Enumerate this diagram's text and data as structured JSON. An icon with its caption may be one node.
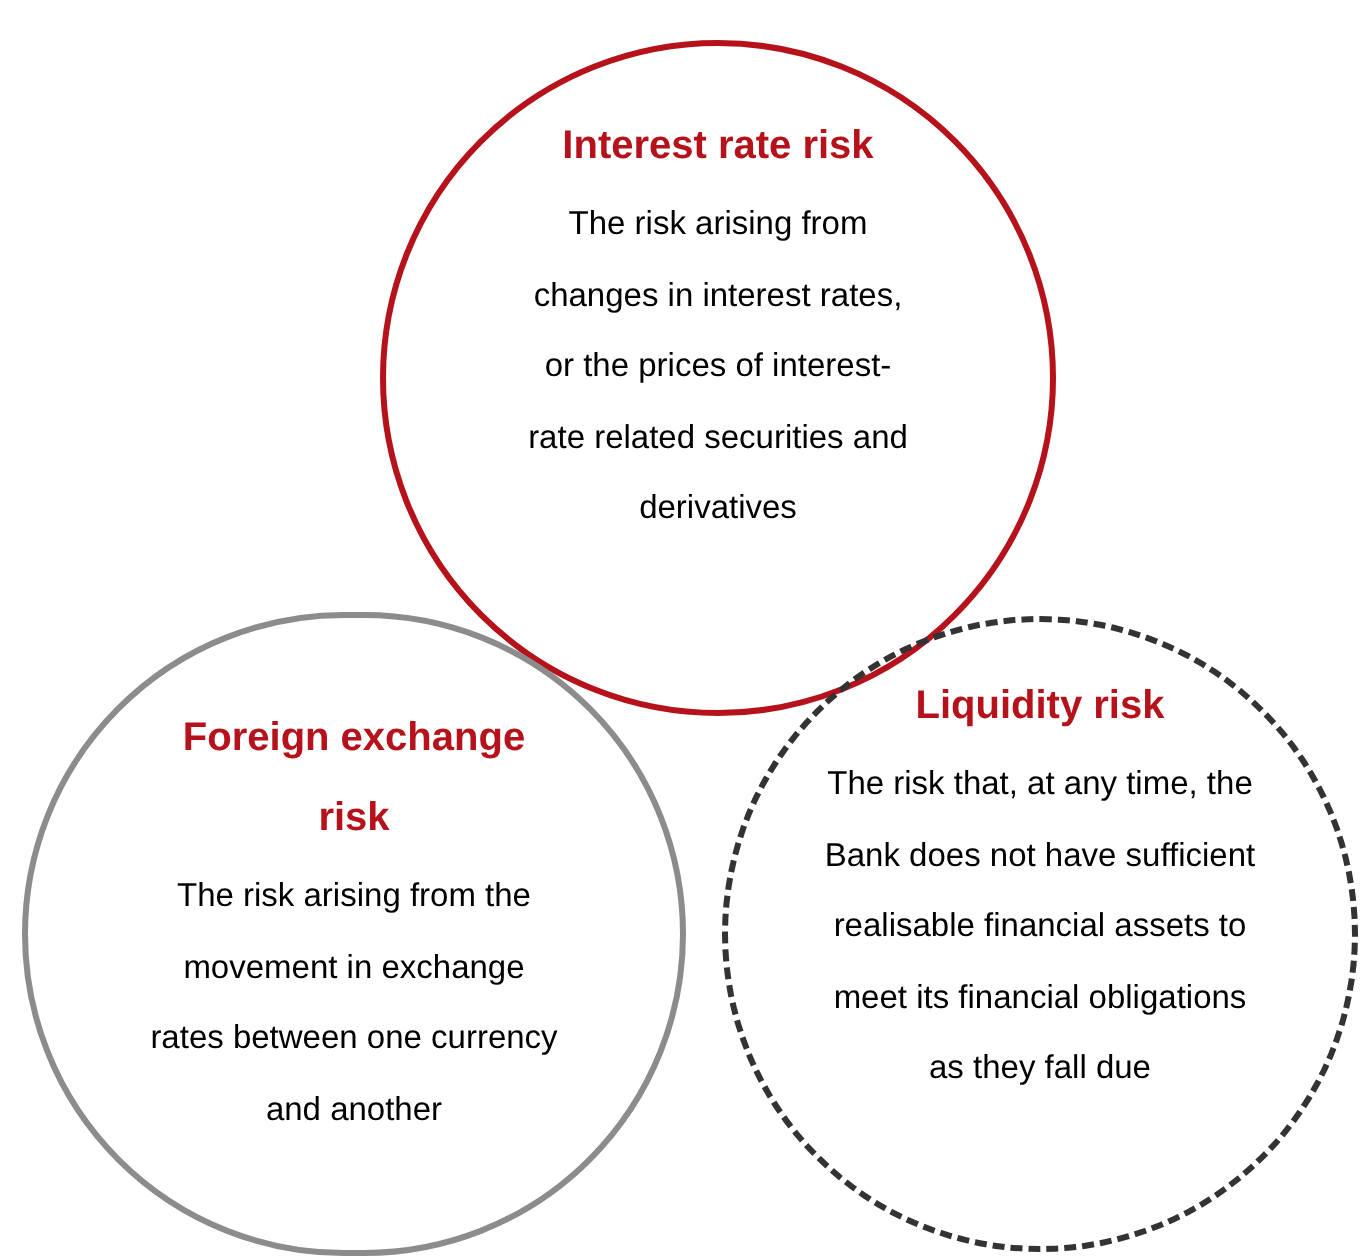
{
  "diagram": {
    "nodes": [
      {
        "text": [
          "Interest rate risk",
          "The risk arising from changes in interest rates, or the prices of interest-rate related securities and derivatives"
        ]
      },
      {
        "text": [
          "Foreign exchange risk",
          "The risk arising from the movement in exchange rates between one currency and another"
        ]
      },
      {
        "text": [
          "Liquidity risk",
          "The risk that, at any time, the Bank does not have sufficient realisable financial assets to meet its financial obligations as they fall due"
        ]
      }
    ]
  }
}
